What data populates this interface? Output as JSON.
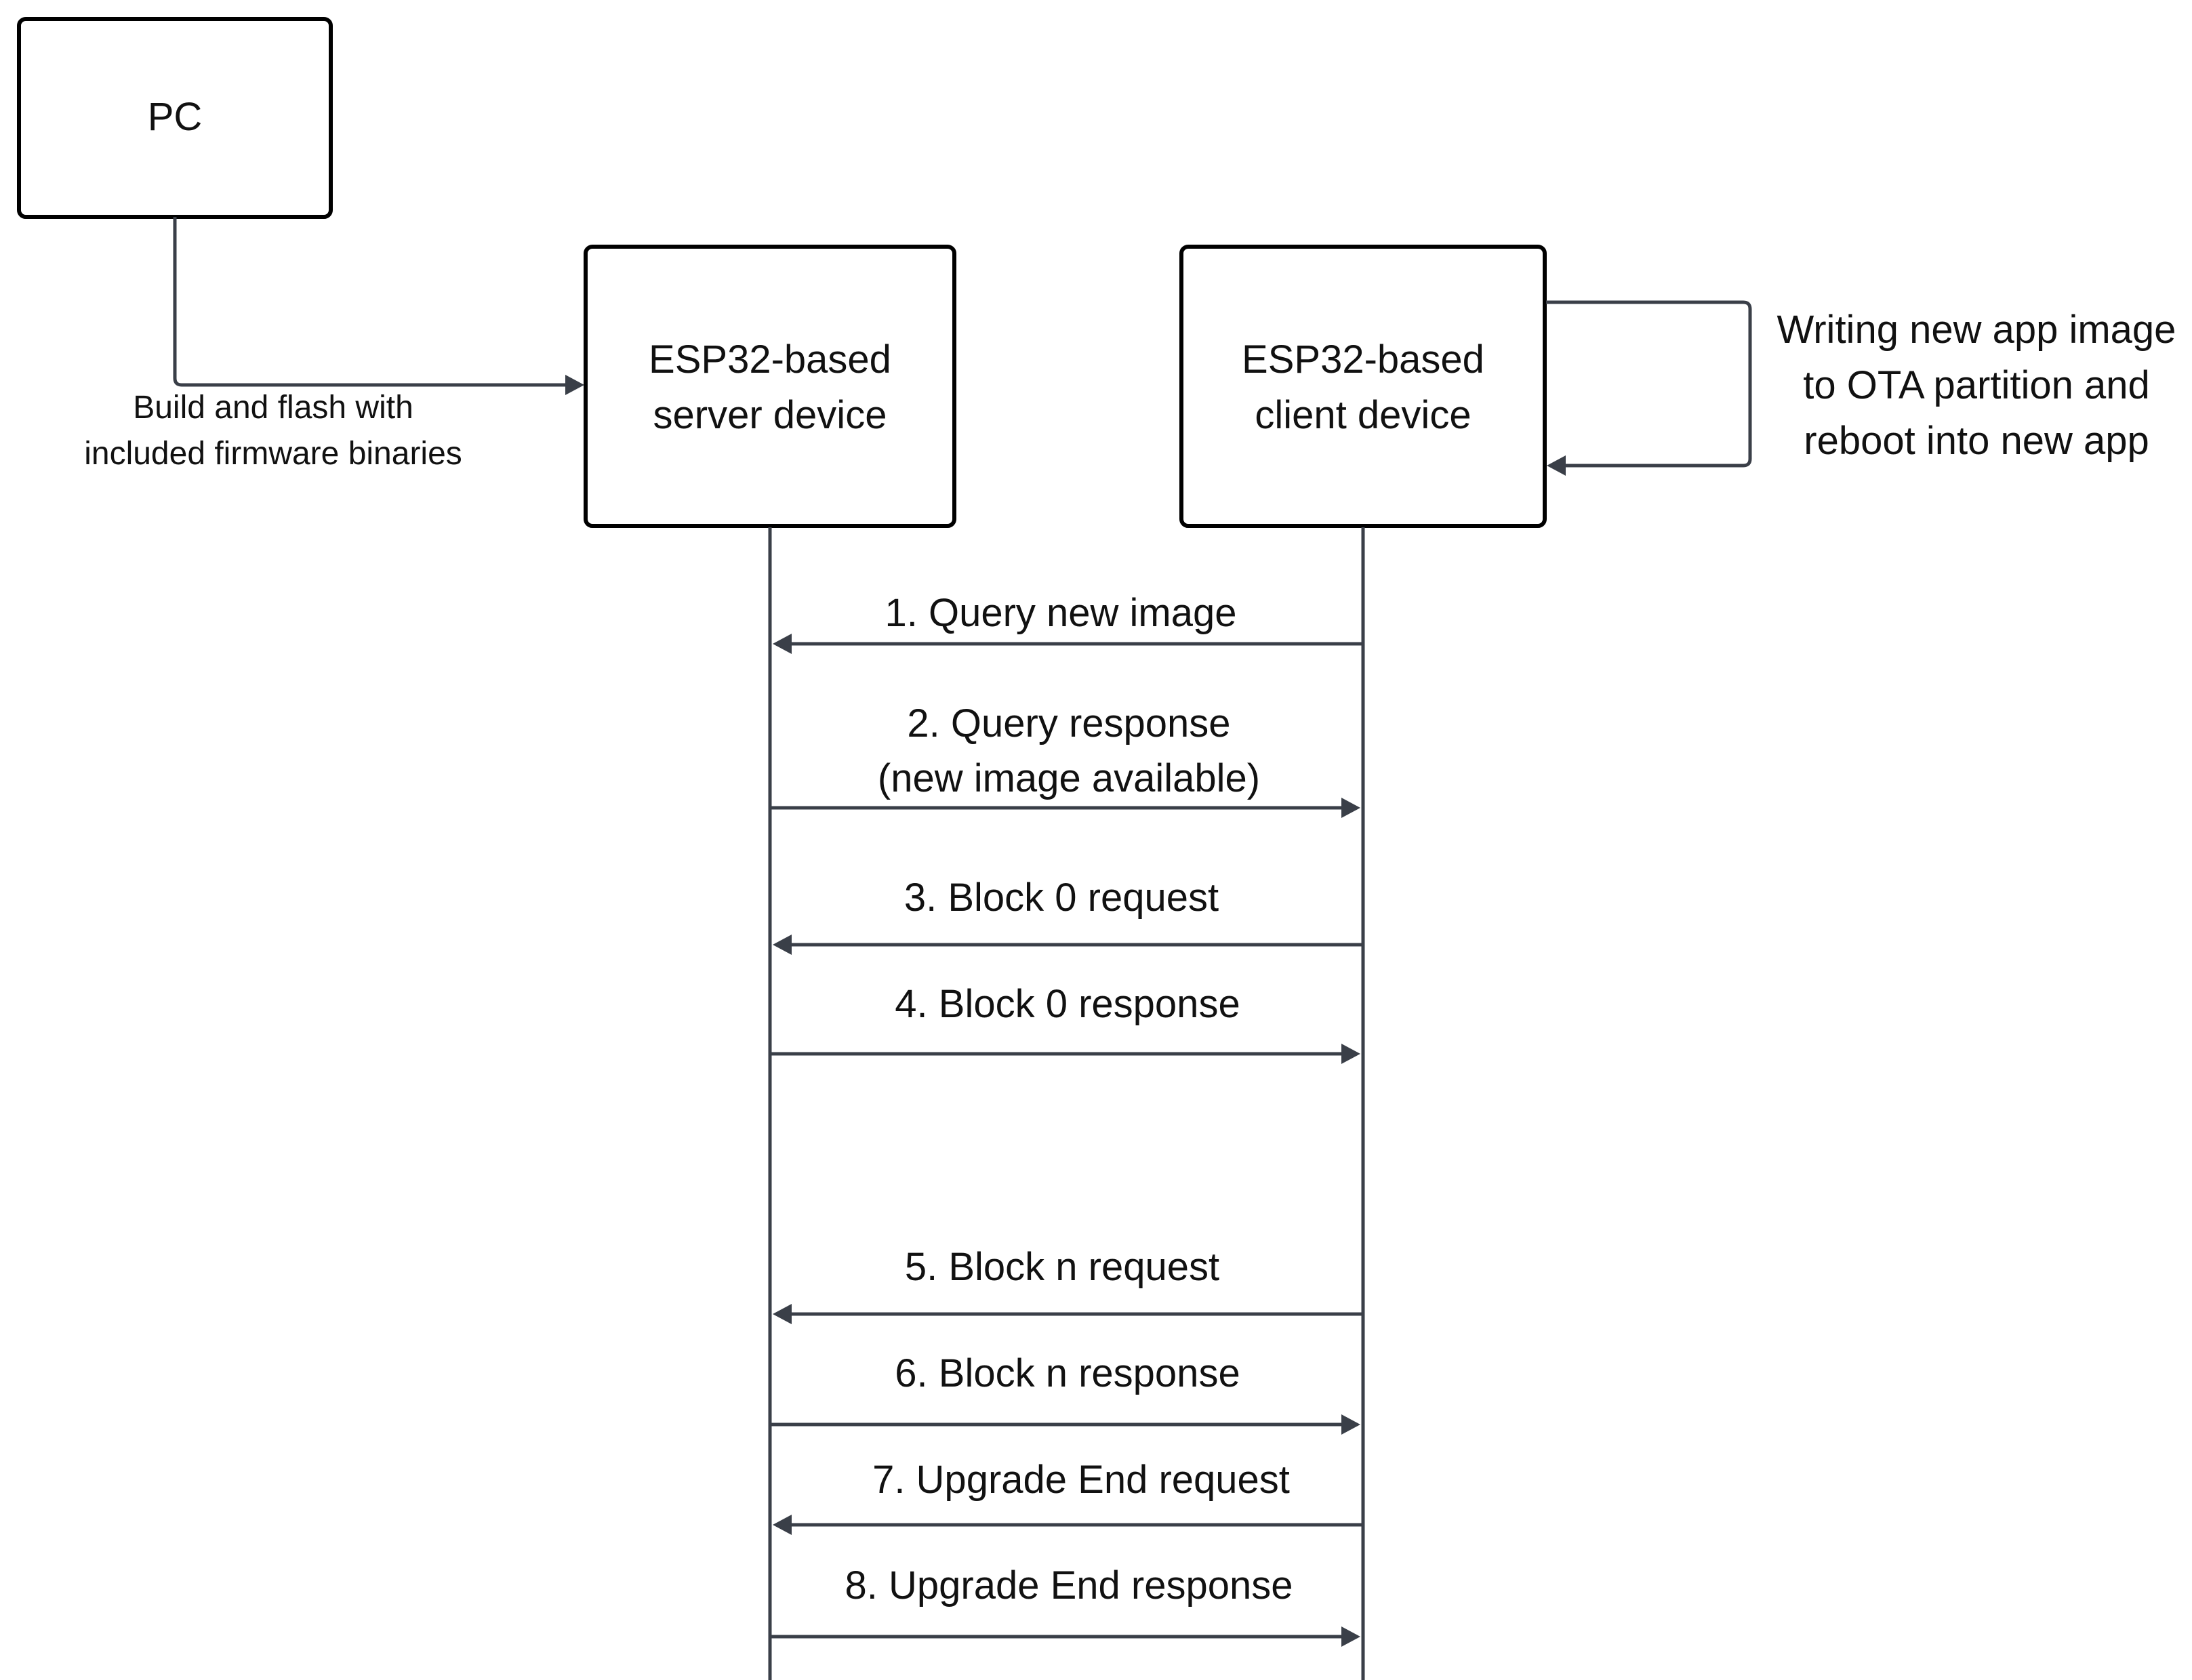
{
  "participants": {
    "pc": {
      "label": "PC"
    },
    "server": {
      "line1": "ESP32-based",
      "line2": "server device"
    },
    "client": {
      "line1": "ESP32-based",
      "line2": "client device"
    }
  },
  "flash_note": {
    "line1": "Build and flash with",
    "line2": "included firmware binaries"
  },
  "self_note": {
    "line1": "Writing new app image",
    "line2": "to OTA partition and",
    "line3": "reboot into new app"
  },
  "messages": [
    {
      "line1": "1.  Query new image",
      "direction": "client-to-server"
    },
    {
      "line1": "2. Query response",
      "line2": "(new image available)",
      "direction": "server-to-client"
    },
    {
      "line1": "3. Block 0 request",
      "direction": "client-to-server"
    },
    {
      "line1": "4. Block 0 response",
      "direction": "server-to-client"
    },
    {
      "line1": "5. Block n request",
      "direction": "client-to-server"
    },
    {
      "line1": "6. Block n response",
      "direction": "server-to-client"
    },
    {
      "line1": "7. Upgrade End request",
      "direction": "client-to-server"
    },
    {
      "line1": "8. Upgrade End response",
      "direction": "server-to-client"
    }
  ],
  "colors": {
    "box_stroke": "#000000",
    "line": "#3a3f48",
    "text": "#111111",
    "background": "#ffffff"
  }
}
